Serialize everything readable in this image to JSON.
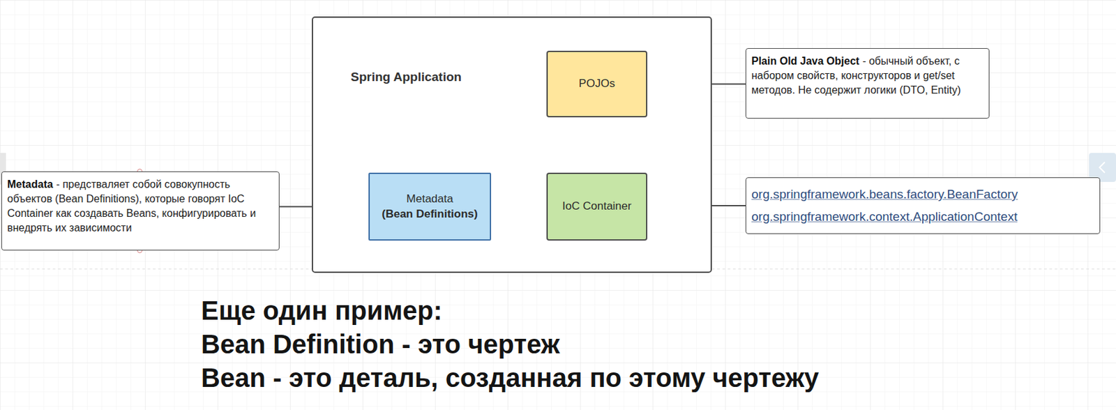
{
  "diagram": {
    "nodes": [
      {
        "text": [
          "Spring Application"
        ]
      },
      {
        "text": [
          "POJOs"
        ],
        "in": 0
      },
      {
        "text": [
          "Metadata",
          "(Bean Definitions)"
        ],
        "in": 0
      },
      {
        "text": [
          "IoC Container"
        ],
        "in": 0
      },
      {
        "text": [
          "Plain Old Java Object",
          "- обычный объект, с набором свойств, конструкторов и get/set методов. Не содержит логики (DTO, Entity)"
        ]
      },
      {
        "text": [
          "Metadata",
          "- предстваляет собой совокупность объектов (Bean Definitions), которые говорят IoC Container как создавать Beans, конфигурировать и внедрять их зависимости"
        ]
      },
      {
        "text": [
          "org.springframework.beans.factory.BeanFactory",
          "org.springframework.context.ApplicationContext"
        ]
      }
    ],
    "edges": [
      {
        "from": 1,
        "to": 3,
        "arrow": "to"
      },
      {
        "from": 2,
        "to": 3,
        "arrow": "to"
      },
      {
        "from": 1,
        "to": 4,
        "arrow": "none"
      },
      {
        "from": 5,
        "to": 2,
        "arrow": "none"
      },
      {
        "from": 3,
        "to": 6,
        "arrow": "none"
      }
    ],
    "labels": [
      "Еще один пример:",
      "Bean Definition - это чертеж",
      "Bean - это деталь, созданная по этому чертежу"
    ]
  }
}
